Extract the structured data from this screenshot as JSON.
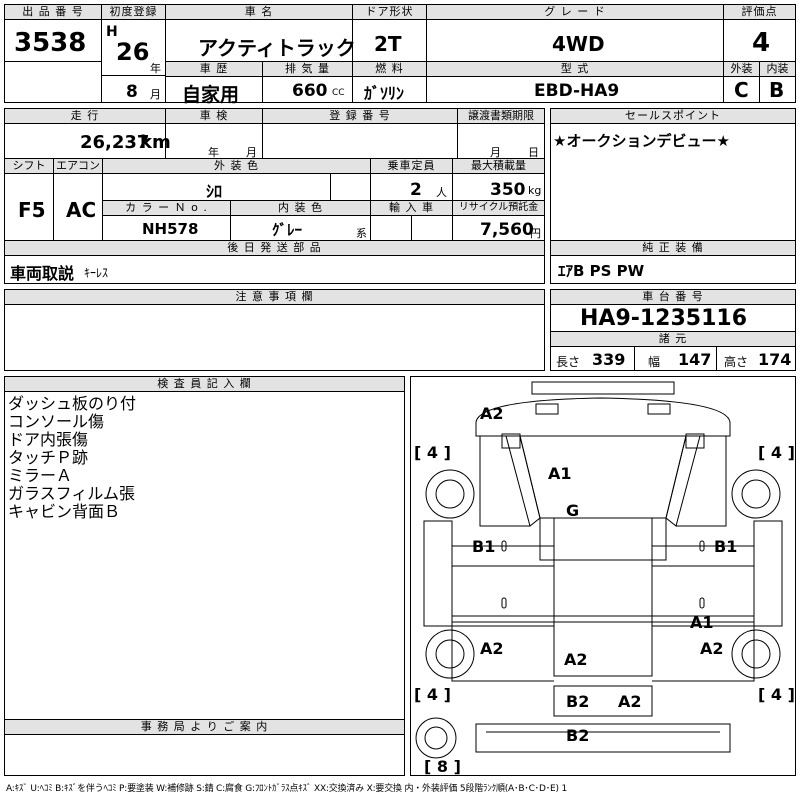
{
  "header": {
    "lot_label": "出 品 番 号",
    "lot_no": "3538",
    "first_reg_label": "初度登録",
    "era": "H",
    "year": "26",
    "year_unit": "年",
    "month": "8",
    "month_unit": "月",
    "car_name_label": "車 名",
    "car_name": "アクティトラック",
    "door_label": "ドア形状",
    "door": "2T",
    "grade_label": "グ レ ー ド",
    "grade": "4WD",
    "score_label": "評価点",
    "score": "4",
    "history_label": "車 歴",
    "history": "自家用",
    "displacement_label": "排 気 量",
    "displacement": "660",
    "displacement_unit": "CC",
    "fuel_label": "燃 料",
    "fuel": "ｶﾞｿﾘﾝ",
    "model_label": "型 式",
    "model": "EBD-HA9",
    "ext_label": "外装",
    "ext": "C",
    "int_label": "内装",
    "int": "B"
  },
  "row2": {
    "mileage_label": "走 行",
    "mileage": "26,237",
    "mileage_unit": "km",
    "inspection_label": "車 検",
    "insp_year_unit": "年",
    "insp_month_unit": "月",
    "regno_label": "登 録 番 号",
    "transfer_label": "譲渡書類期限",
    "transfer_month_unit": "月",
    "transfer_day_unit": "日",
    "selling_label": "セールスポイント",
    "selling_point": "★オークションデビュー★"
  },
  "row3": {
    "shift_label": "シフト",
    "shift": "F5",
    "ac_label": "エアコン",
    "ac": "AC",
    "color_label": "外 装 色",
    "color": "ｼﾛ",
    "capacity_label": "乗車定員",
    "capacity": "2",
    "capacity_unit": "人",
    "maxload_label": "最大積載量",
    "maxload": "350",
    "maxload_unit": "kg",
    "colorno_label": "カ ラ ー Ｎ o .",
    "colorno": "NH578",
    "interior_label": "内 装 色",
    "interior": "ｸﾞﾚｰ",
    "interior_unit": "系",
    "import_label": "輸 入 車",
    "recycle_label": "リサイクル預託金",
    "recycle": "7,560",
    "recycle_unit": "円"
  },
  "row4": {
    "later_label": "後 日 発 送 部 品",
    "manual": "車両取説",
    "keyless": "ｷｰﾚｽ",
    "equip_label": "純 正 装 備",
    "equip": "ｴｱB PS PW"
  },
  "notes": {
    "caution_label": "注 意 事 項 欄",
    "chassis_label": "車 台 番 号",
    "chassis": "HA9-1235116",
    "spec_label": "諸 元",
    "length_label": "長さ",
    "length": "339",
    "width_label": "幅",
    "width": "147",
    "height_label": "高さ",
    "height": "174"
  },
  "inspector": {
    "label": "検 査 員 記 入 欄",
    "lines": [
      "ダッシュ板のり付",
      "コンソール傷",
      "ドア内張傷",
      "タッチＰ跡",
      "ミラーＡ",
      "ガラスフィルム張",
      "キャビン背面Ｂ"
    ],
    "office_label": "事 務 局 よ り ご 案 内"
  },
  "diagram": {
    "marks": [
      "A2",
      "A1",
      "G",
      "B1",
      "B1",
      "A1",
      "A2",
      "A2",
      "A2",
      "B2",
      "A2",
      "B2"
    ],
    "tires": [
      "[ 4 ]",
      "[ 4 ]",
      "[ 4 ]",
      "[ 4 ]",
      "[ 8 ]"
    ]
  },
  "legend": "A:ｷｽﾞ U:ﾍｺﾐ B:ｷｽﾞを伴うﾍｺﾐ P:要塗装 W:補修跡 S:錆 C:腐食 G:ﾌﾛﾝﾄｶﾞﾗｽ点ｷｽﾞ XX:交換済み X:要交換 内・外装評価 5段階ﾗﾝｸ順(A･B･C･D･E) 1"
}
